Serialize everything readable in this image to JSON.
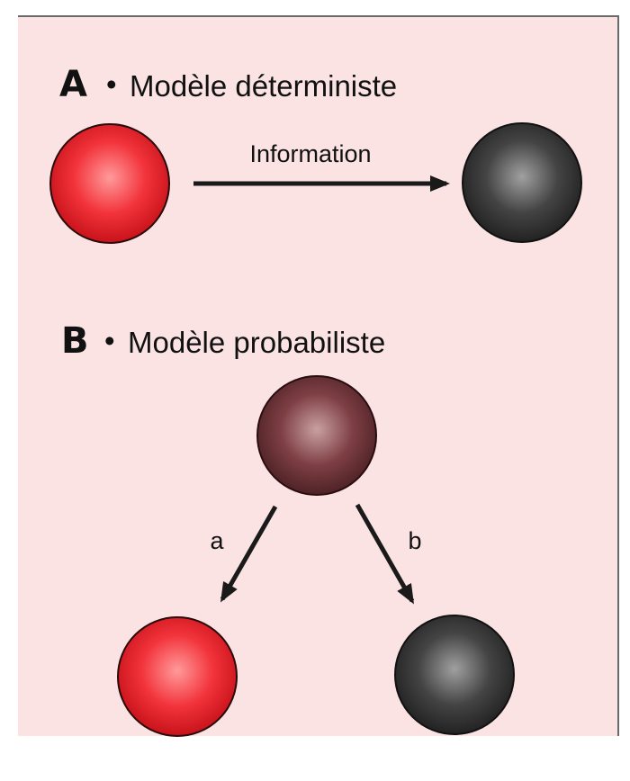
{
  "sections": {
    "a": {
      "letter": "A",
      "bullet": "•",
      "title": "Modèle déterministe"
    },
    "b": {
      "letter": "B",
      "bullet": "•",
      "title": "Modèle probabiliste"
    }
  },
  "edges": {
    "information": "Information",
    "a": "a",
    "b": "b"
  },
  "colors": {
    "panel_background": "#fbe3e3",
    "red_ball": "#e8222b",
    "dark_ball": "#3a3a3a",
    "mixed_ball": "#7a3a3e"
  }
}
